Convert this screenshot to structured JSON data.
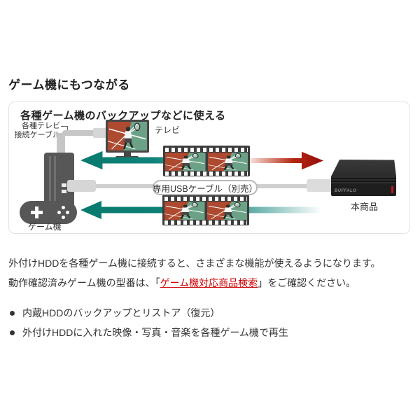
{
  "page": {
    "title": "ゲーム機にもつながる"
  },
  "panel": {
    "heading": "各種ゲーム機のバックアップなどに使える",
    "labels": {
      "tv_cable_line1": "各種テレビ",
      "tv_cable_line2": "接続ケーブル",
      "tv": "テレビ",
      "console": "ゲーム機",
      "usb_cable": "専用USBケーブル（別売）",
      "product": "本商品",
      "product_logo": "BUFFALO"
    },
    "colors": {
      "arrow_teal": "#0e8074",
      "arrow_red": "#b4260f",
      "film_court_red": "#ad4a30",
      "film_court_green": "#6ba287",
      "device_gray": "#575757",
      "hdd_black": "#1e1e1e",
      "hdd_stripe_red": "#c01522",
      "link_red": "#cc0000"
    }
  },
  "description": {
    "line1": "外付けHDDを各種ゲーム機に接続すると、さまざまな機能が使えるようになります。",
    "line2_before": "動作確認済みゲーム機の型番は、「",
    "line2_link": "ゲーム機対応商品検索",
    "line2_after": "」をご確認ください。",
    "bullets": [
      "内蔵HDDのバックアップとリストア（復元）",
      "外付けHDDに入れた映像・写真・音楽を各種ゲーム機で再生"
    ]
  }
}
